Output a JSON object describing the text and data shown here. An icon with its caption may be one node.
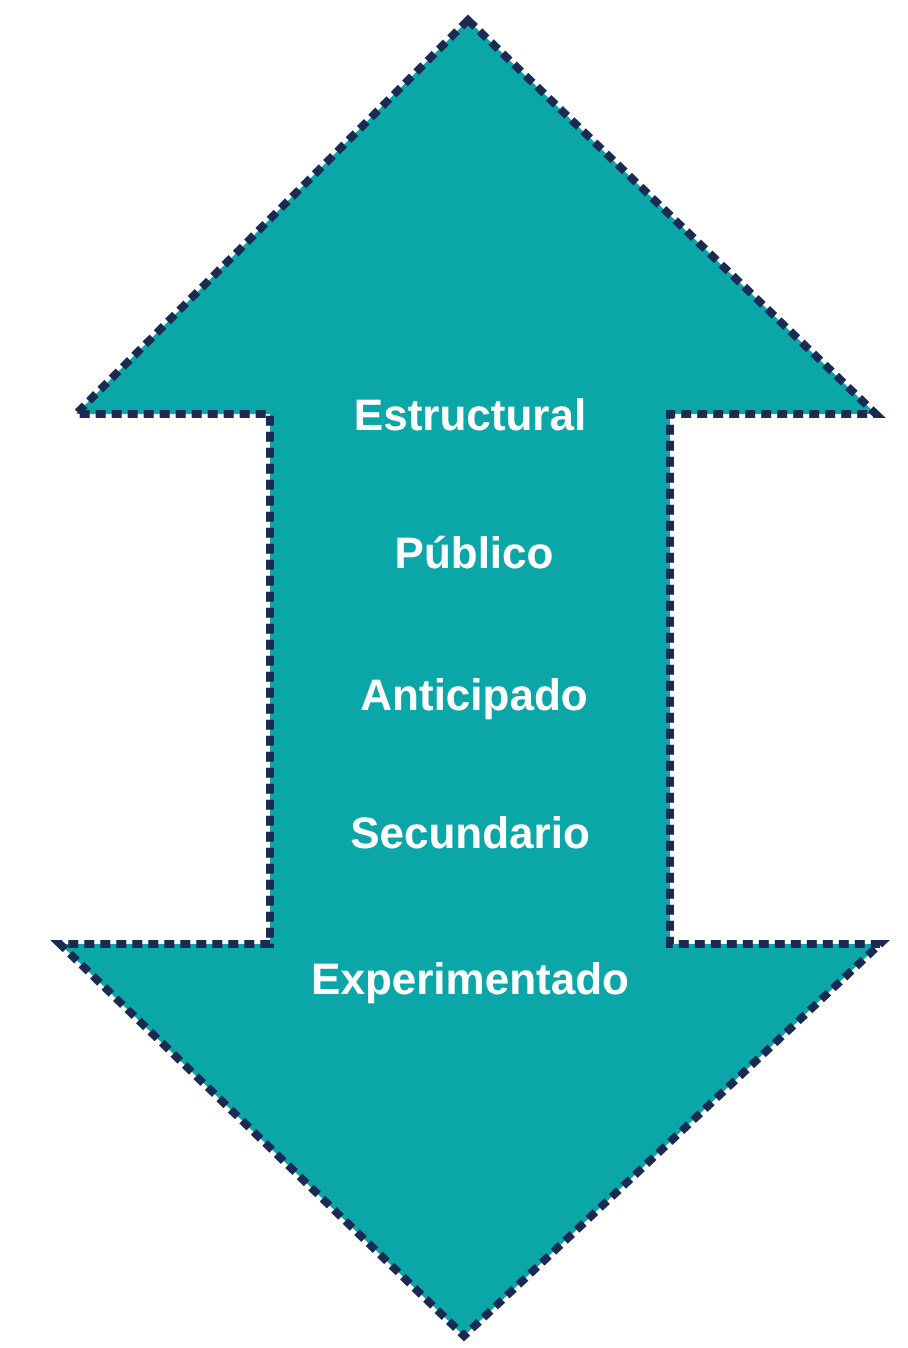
{
  "diagram": {
    "nodes": [
      {
        "text": [
          "Estructural",
          "Público",
          "Anticipado",
          "Secundario",
          "Experimentado"
        ]
      }
    ]
  }
}
